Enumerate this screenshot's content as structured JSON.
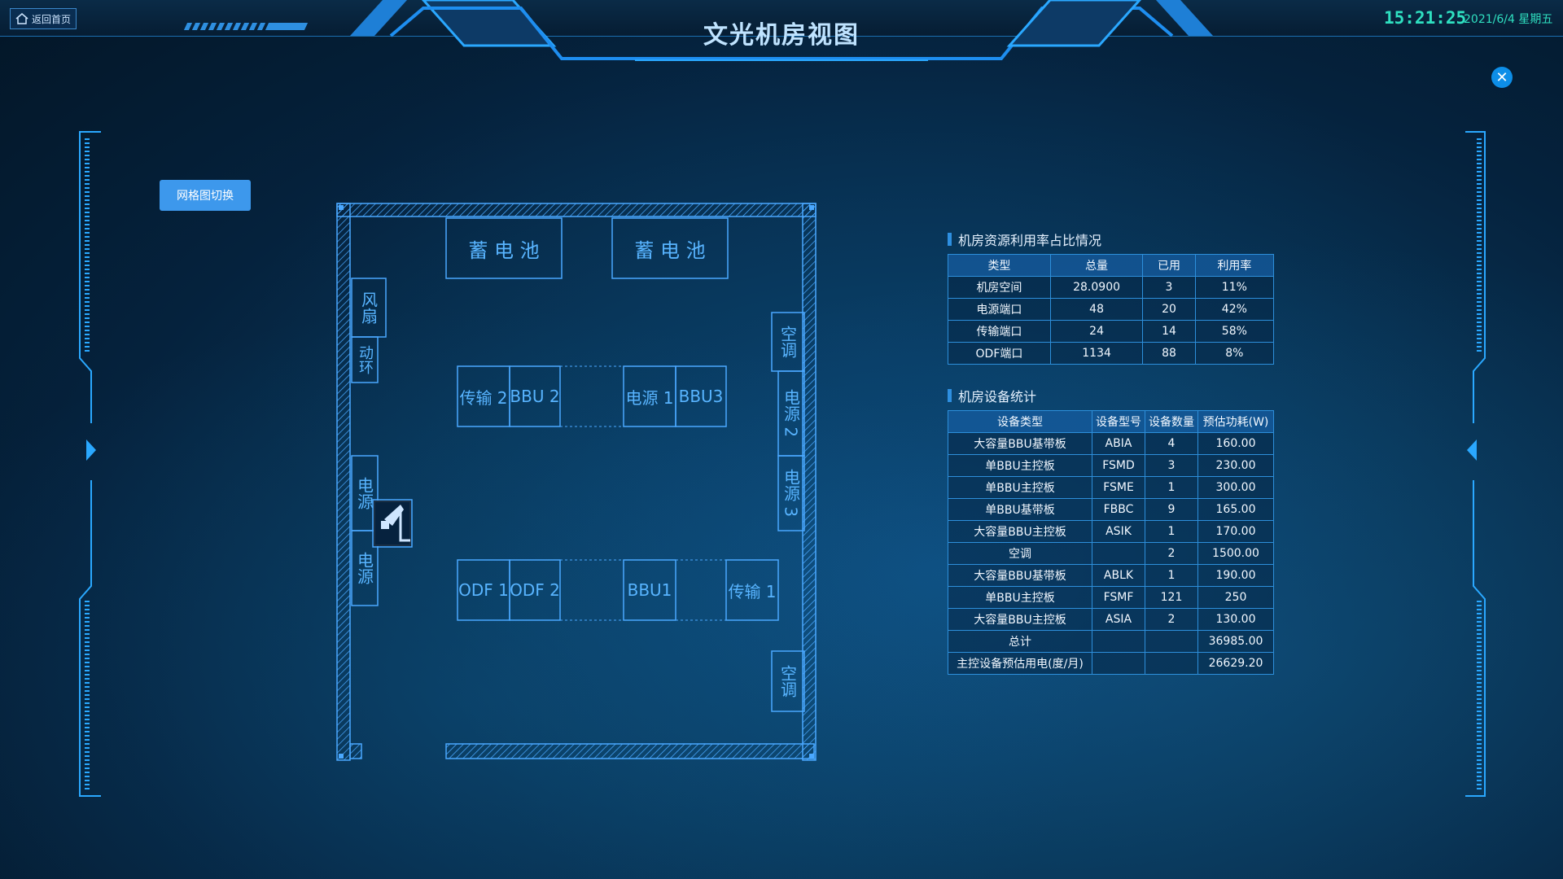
{
  "header": {
    "back_label": "返回首页",
    "title": "文光机房视图",
    "time": "15:21:25",
    "date": "2021/6/4 星期五"
  },
  "controls": {
    "grid_switch_label": "网格图切换",
    "close_symbol": "✕"
  },
  "floor_plan": {
    "labels": {
      "battery_1": "蓄 电 池",
      "battery_2": "蓄 电 池",
      "fan": "风扇",
      "env": "动环",
      "power_left_1": "电源",
      "power_left_2": "电源",
      "ac_top": "空调",
      "power2_right": "电源 2",
      "power3_right": "电源 3",
      "ac_bottom": "空调",
      "transmission2": "传输 2",
      "bbu2": "BBU 2",
      "power1": "电源 1",
      "bbu3": "BBU3",
      "odf1": "ODF 1",
      "odf2": "ODF 2",
      "bbu1": "BBU1",
      "transmission1": "传输 1"
    }
  },
  "utilization": {
    "title": "机房资源利用率占比情况",
    "headers": [
      "类型",
      "总量",
      "已用",
      "利用率"
    ],
    "rows": [
      [
        "机房空间",
        "28.0900",
        "3",
        "11%"
      ],
      [
        "电源端口",
        "48",
        "20",
        "42%"
      ],
      [
        "传输端口",
        "24",
        "14",
        "58%"
      ],
      [
        "ODF端口",
        "1134",
        "88",
        "8%"
      ]
    ]
  },
  "equipment": {
    "title": "机房设备统计",
    "headers": [
      "设备类型",
      "设备型号",
      "设备数量",
      "预估功耗(W)"
    ],
    "rows": [
      [
        "大容量BBU基带板",
        "ABIA",
        "4",
        "160.00"
      ],
      [
        "单BBU主控板",
        "FSMD",
        "3",
        "230.00"
      ],
      [
        "单BBU主控板",
        "FSME",
        "1",
        "300.00"
      ],
      [
        "单BBU基带板",
        "FBBC",
        "9",
        "165.00"
      ],
      [
        "大容量BBU主控板",
        "ASIK",
        "1",
        "170.00"
      ],
      [
        "空调",
        "",
        "2",
        "1500.00"
      ],
      [
        "大容量BBU基带板",
        "ABLK",
        "1",
        "190.00"
      ],
      [
        "单BBU主控板",
        "FSMF",
        "121",
        "250"
      ],
      [
        "大容量BBU主控板",
        "ASIA",
        "2",
        "130.00"
      ],
      [
        "总计",
        "",
        "",
        "36985.00"
      ],
      [
        "主控设备预估用电(度/月)",
        "",
        "",
        "26629.20"
      ]
    ]
  },
  "colors": {
    "accent": "#2e8fe0",
    "time": "#2fe0c0",
    "plan_line": "#4aa8ff"
  }
}
